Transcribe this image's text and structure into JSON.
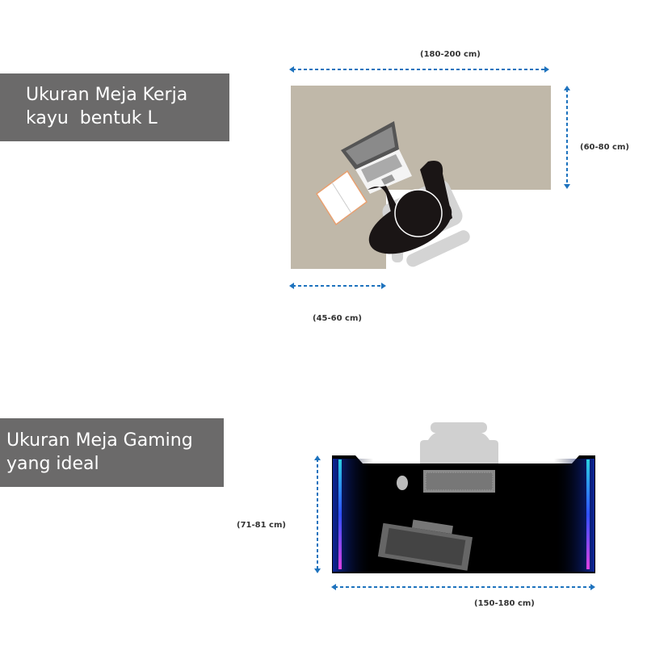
{
  "section_office": {
    "title_line1": "Ukuran Meja Kerja",
    "title_line2": "kayu  bentuk L",
    "dimensions": {
      "width": "(180-200 cm)",
      "depth": "(60-80 cm)",
      "return_width": "(45-60 cm)"
    },
    "colors": {
      "desk": "#c0b8a9",
      "arrow": "#1e73be",
      "label_bg": "#6b6a6a"
    }
  },
  "section_gaming": {
    "title_line1": "Ukuran Meja Gaming",
    "title_line2": "yang ideal",
    "dimensions": {
      "height": "(71-81 cm)",
      "width": "(150-180 cm)"
    },
    "colors": {
      "desk": "#000000",
      "led_top": "#2ad0e0",
      "led_mid": "#3050ff",
      "led_bottom": "#e040e0"
    }
  }
}
